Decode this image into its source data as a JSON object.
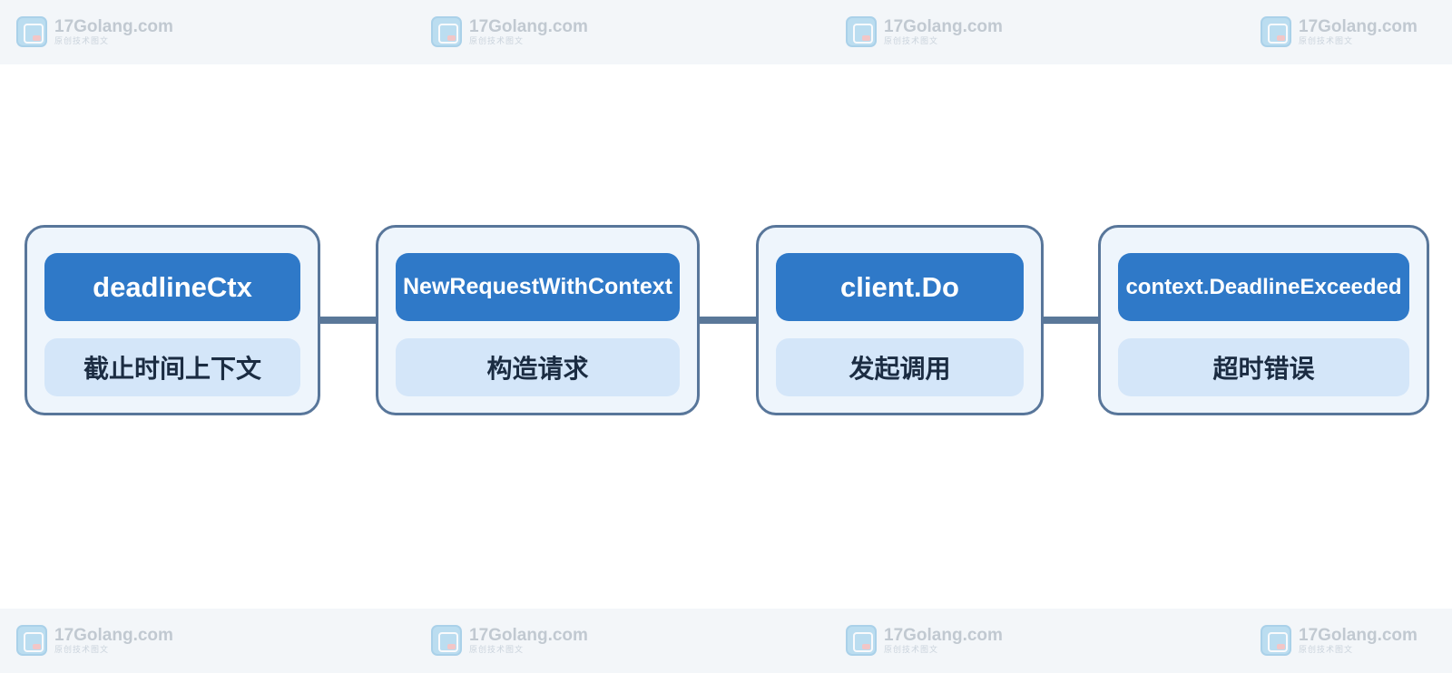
{
  "watermark": {
    "site": "17Golang.com",
    "tagline": "原创技术图文"
  },
  "diagram": {
    "nodes": [
      {
        "title": "deadlineCtx",
        "label": "截止时间上下文"
      },
      {
        "title": "NewRequestWithContext",
        "label": "构造请求"
      },
      {
        "title": "client.Do",
        "label": "发起调用"
      },
      {
        "title": "context.DeadlineExceeded",
        "label": "超时错误"
      }
    ]
  }
}
